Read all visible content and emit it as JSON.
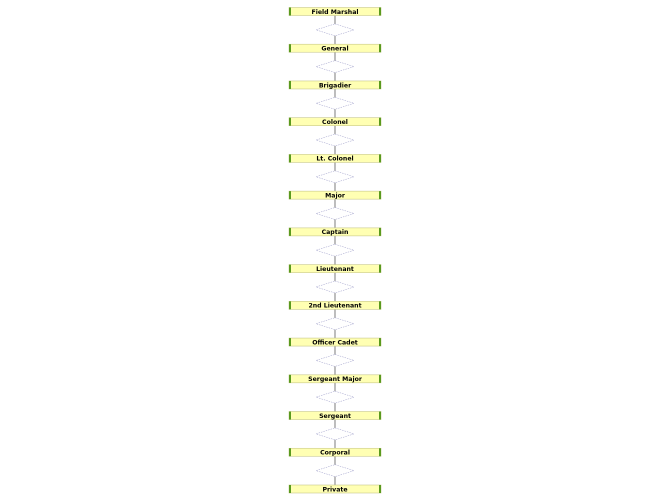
{
  "diagram": {
    "ranks": [
      {
        "label": "Field Marshal"
      },
      {
        "label": "General"
      },
      {
        "label": "Brigadier"
      },
      {
        "label": "Colonel"
      },
      {
        "label": "Lt. Colonel"
      },
      {
        "label": "Major"
      },
      {
        "label": "Captain"
      },
      {
        "label": "Lieutenant"
      },
      {
        "label": "2nd Lieutenant"
      },
      {
        "label": "Officer Cadet"
      },
      {
        "label": "Sergeant Major"
      },
      {
        "label": "Sergeant"
      },
      {
        "label": "Corporal"
      },
      {
        "label": "Private"
      }
    ],
    "colors": {
      "box_fill": "#ffffb3",
      "box_edge": "#5a9a1e",
      "diamond_stroke": "#9a9ac8",
      "connector": "#444444"
    }
  }
}
